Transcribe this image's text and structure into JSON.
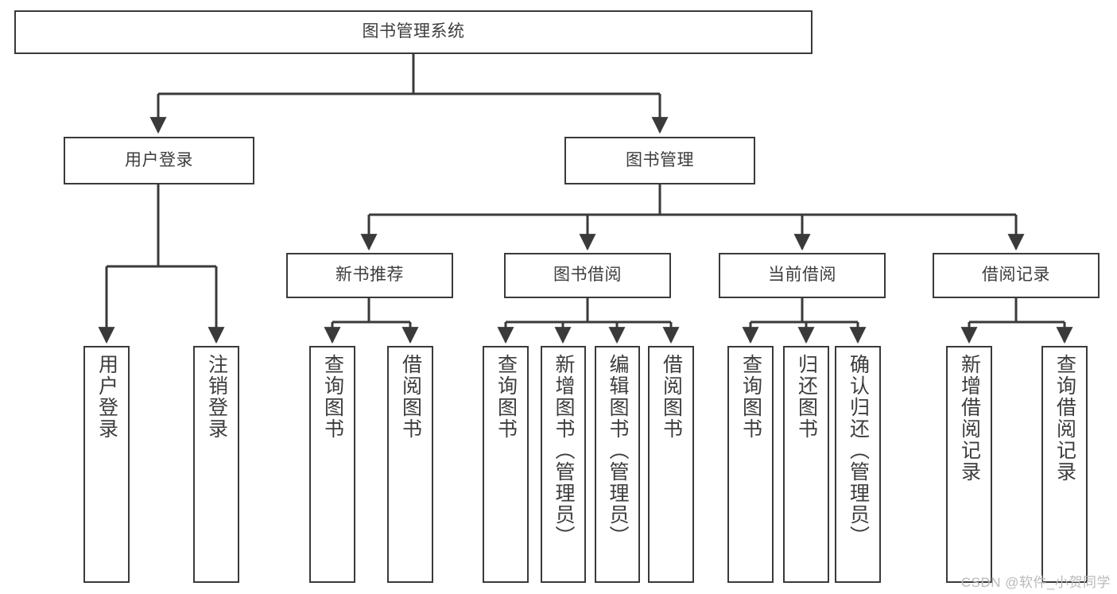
{
  "diagram": {
    "title": "图书管理系统",
    "type": "hierarchy-tree",
    "colors": {
      "box_border": "#3a3a3a",
      "box_fill": "#ffffff",
      "edge": "#3a3a3a",
      "text": "#3d3d3d",
      "watermark": "#b9b9b9",
      "background": "#ffffff"
    },
    "root": {
      "label": "图书管理系统"
    },
    "level2": [
      {
        "label": "用户登录"
      },
      {
        "label": "图书管理"
      }
    ],
    "level3": [
      {
        "label": "新书推荐"
      },
      {
        "label": "图书借阅"
      },
      {
        "label": "当前借阅"
      },
      {
        "label": "借阅记录"
      }
    ],
    "leaves": {
      "user_login": [
        {
          "label": "用户登录"
        },
        {
          "label": "注销登录"
        }
      ],
      "new_book_recommend": [
        {
          "label": "查询图书"
        },
        {
          "label": "借阅图书"
        }
      ],
      "book_borrow": [
        {
          "label": "查询图书"
        },
        {
          "label": "新增图书（管理员）"
        },
        {
          "label": "编辑图书（管理员）"
        },
        {
          "label": "借阅图书"
        }
      ],
      "current_borrow": [
        {
          "label": "查询图书"
        },
        {
          "label": "归还图书"
        },
        {
          "label": "确认归还（管理员）"
        }
      ],
      "borrow_record": [
        {
          "label": "新增借阅记录"
        },
        {
          "label": "查询借阅记录"
        }
      ]
    }
  },
  "watermark": {
    "text": "CSDN @软件_小贺同学"
  }
}
